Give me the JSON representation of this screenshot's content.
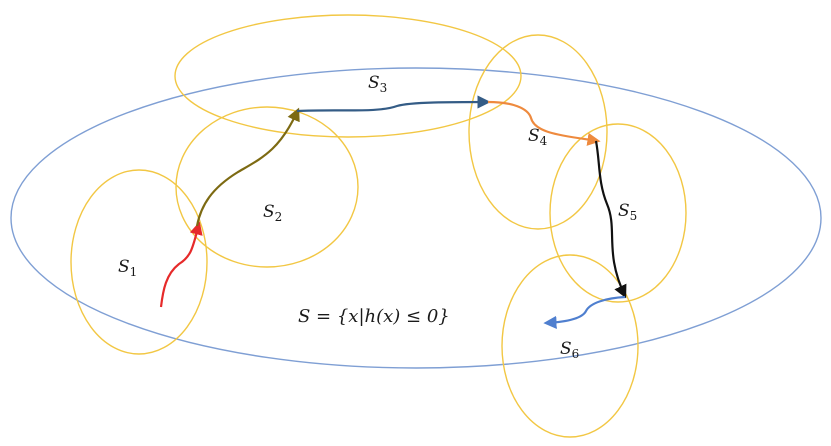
{
  "colors": {
    "outer_set": "#7f9fd4",
    "subset_ellipse": "#f2c744",
    "path_red": "#e62a2a",
    "path_olive": "#7d6a12",
    "path_steel": "#345c86",
    "path_orange": "#ee8a3e",
    "path_black": "#111111",
    "path_blue": "#4f7fcf"
  },
  "labels": {
    "s1": {
      "base": "S",
      "sub": "1"
    },
    "s2": {
      "base": "S",
      "sub": "2"
    },
    "s3": {
      "base": "S",
      "sub": "3"
    },
    "s4": {
      "base": "S",
      "sub": "4"
    },
    "s5": {
      "base": "S",
      "sub": "5"
    },
    "s6": {
      "base": "S",
      "sub": "6"
    }
  },
  "formula": "S = {x|h(x) ≤ 0}"
}
